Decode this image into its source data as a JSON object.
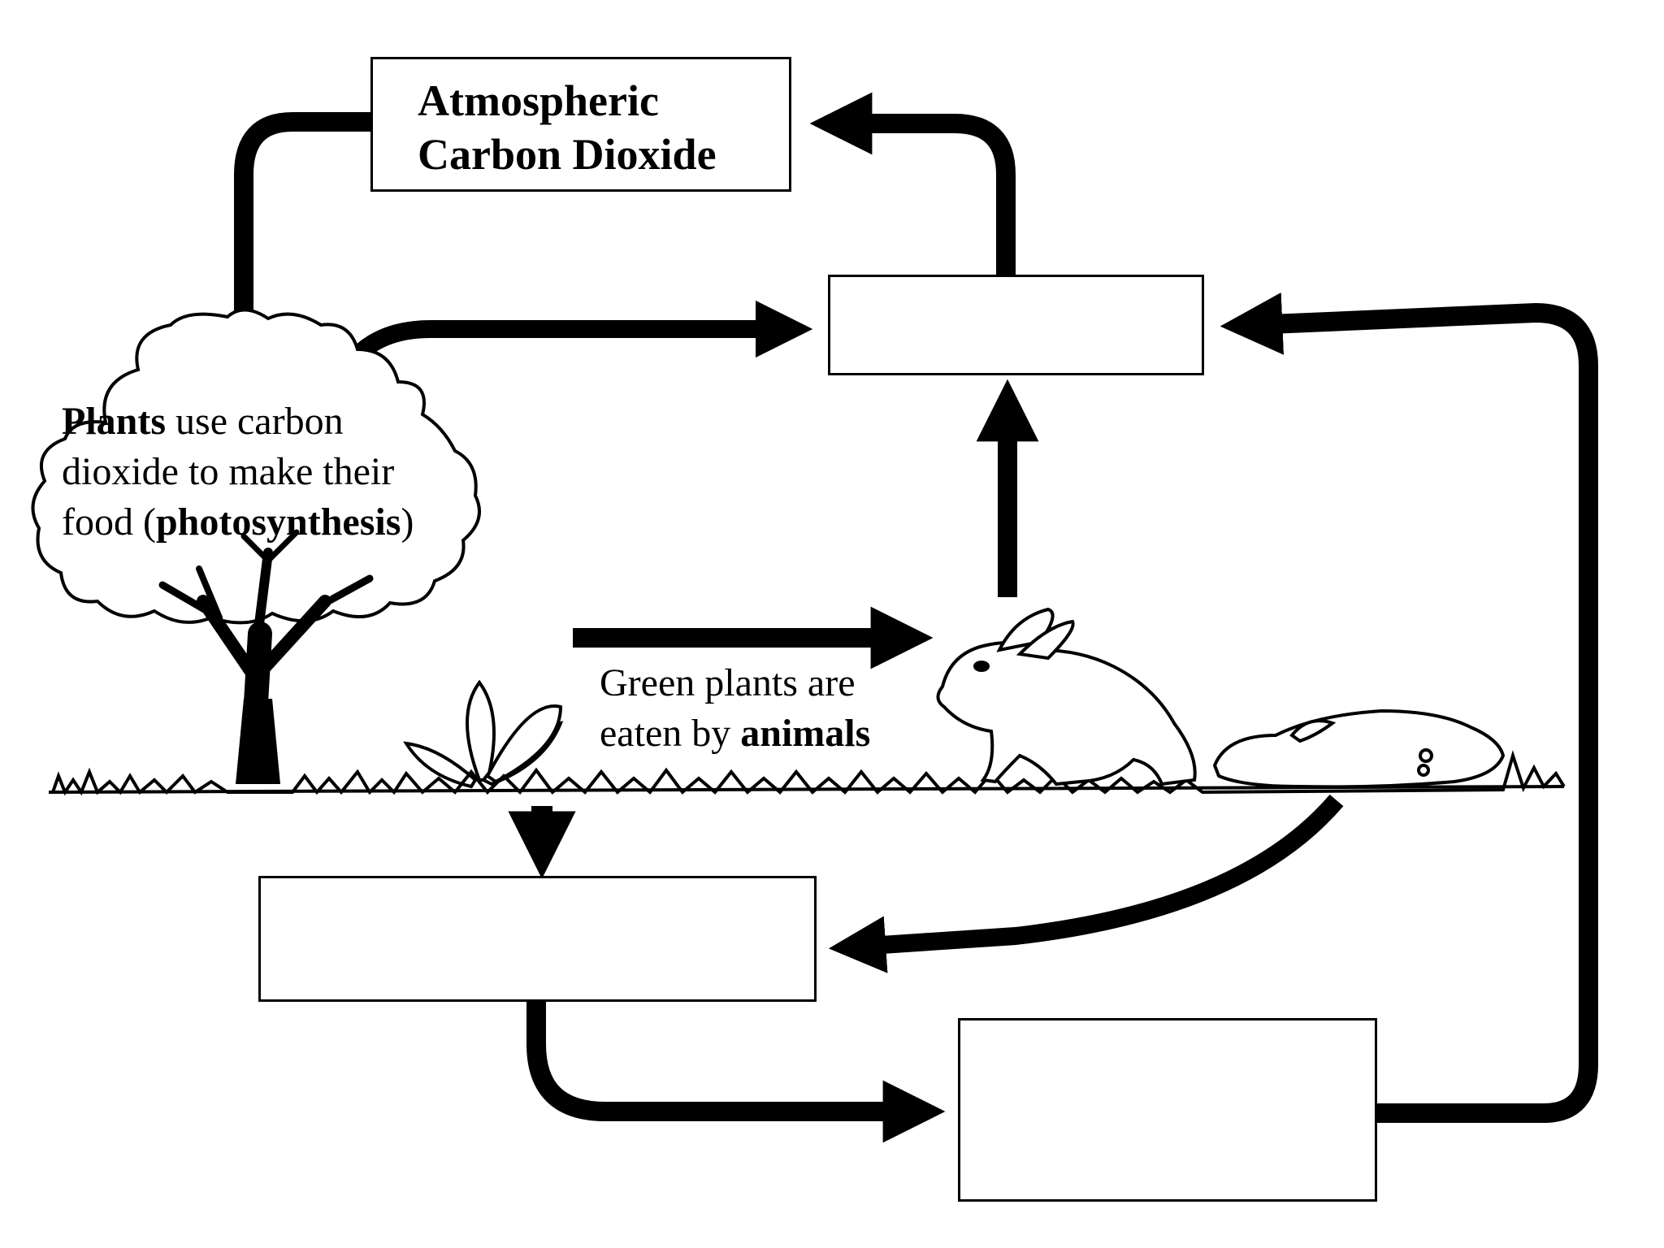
{
  "atmospheric": {
    "line1": "Atmospheric",
    "line2": "Carbon Dioxide"
  },
  "plants": {
    "bold1": "Plants",
    "text1": " use carbon",
    "line2": "dioxide to make their",
    "text3a": "food (",
    "bold3": "photosynthesis",
    "text3b": ")"
  },
  "animals": {
    "line1": "Green plants are",
    "text2": "eaten by ",
    "bold2": "animals"
  },
  "blank_boxes": {
    "top_right": "",
    "bottom_left": "",
    "bottom_right": ""
  },
  "colors": {
    "ink": "#000000",
    "paper": "#ffffff"
  }
}
